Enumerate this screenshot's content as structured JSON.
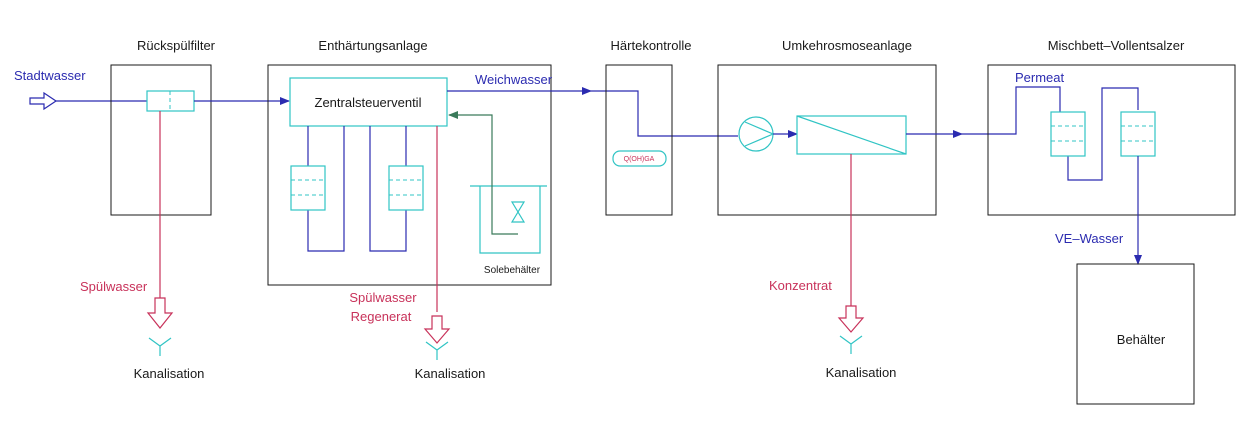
{
  "units": {
    "rueckspuelfilter": "Rückspülfilter",
    "enthaertung": "Enthärtungsanlage",
    "haertekontrolle": "Härtekontrolle",
    "umkehrosmose": "Umkehrosmoseanlage",
    "mischbett": "Mischbett–Vollentsalzer",
    "behaelter": "Behälter"
  },
  "components": {
    "zentralsteuerventil": "Zentralsteuerventil",
    "solebehaelter": "Solebehälter",
    "indicator": "Q(OH)GA"
  },
  "flows": {
    "stadtwasser": "Stadtwasser",
    "weichwasser": "Weichwasser",
    "permeat": "Permeat",
    "ve_wasser": "VE–Wasser",
    "spuelwasser": "Spülwasser",
    "spuelwasser_regenerat_1": "Spülwasser",
    "spuelwasser_regenerat_2": "Regenerat",
    "konzentrat": "Konzentrat"
  },
  "drains": {
    "kanalisation_1": "Kanalisation",
    "kanalisation_2": "Kanalisation",
    "kanalisation_3": "Kanalisation"
  },
  "colors": {
    "unit_outline": "#1a1a1a",
    "equipment": "#30c4c4",
    "water_line": "#2b2bb0",
    "waste_line": "#c8325a",
    "brine_line": "#3a7a5a"
  }
}
